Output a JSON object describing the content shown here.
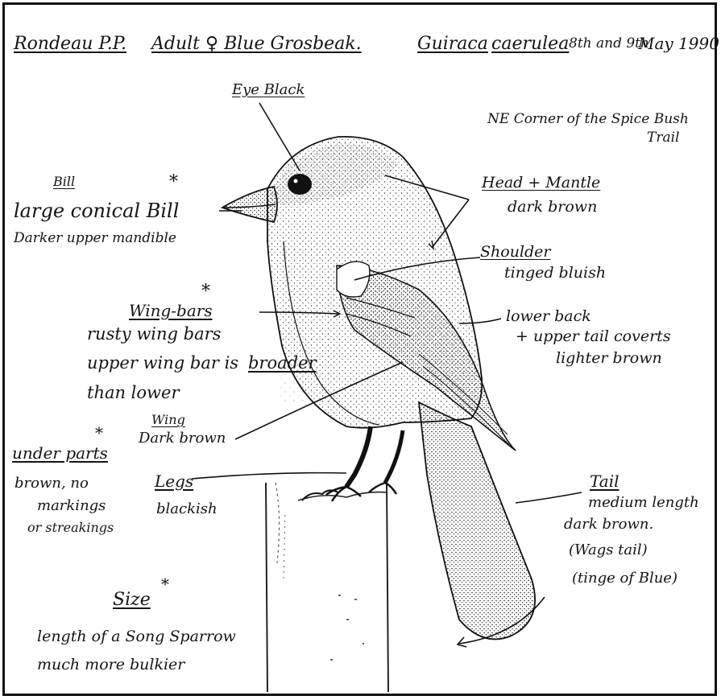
{
  "header": {
    "location": "Rondeau P.P.",
    "title": "Adult ♀ Blue Grosbeak.",
    "scientific_genus": "Guiraca",
    "scientific_species": "caerulea",
    "date_days": "8th and 9th",
    "date_month_year": "May 1990"
  },
  "site_note": {
    "line1": "NE Corner of the Spice Bush",
    "line2": "Trail"
  },
  "labels": {
    "eye": {
      "heading": "Eye Black"
    },
    "bill": {
      "heading": "Bill",
      "star": "*",
      "line1": "large conical Bill",
      "line2": "Darker upper mandible"
    },
    "head_mantle": {
      "heading": "Head + Mantle",
      "line1": "dark brown"
    },
    "shoulder": {
      "heading": "Shoulder",
      "line1": "tinged bluish"
    },
    "wing_bars": {
      "heading": "Wing-bars",
      "star": "*",
      "line1": "rusty wing bars",
      "line2a": "upper wing bar is",
      "line2b": "broader",
      "line3": "than lower"
    },
    "lower_back": {
      "line1": "lower back",
      "line2": "+ upper tail coverts",
      "line3": "lighter brown"
    },
    "wing": {
      "heading": "Wing",
      "line1": "Dark brown"
    },
    "under_parts": {
      "heading": "under parts",
      "star": "*",
      "line1": "brown, no",
      "line2": "markings",
      "line3": "or streakings"
    },
    "legs": {
      "heading": "Legs",
      "line1": "blackish"
    },
    "tail": {
      "heading": "Tail",
      "line1": "medium length",
      "line2": "dark brown.",
      "line3": "(Wags tail)",
      "line4": "(tinge of Blue)"
    },
    "size": {
      "heading": "Size",
      "star": "*",
      "line1": "length of a Song Sparrow",
      "line2": "much more bulkier"
    }
  }
}
